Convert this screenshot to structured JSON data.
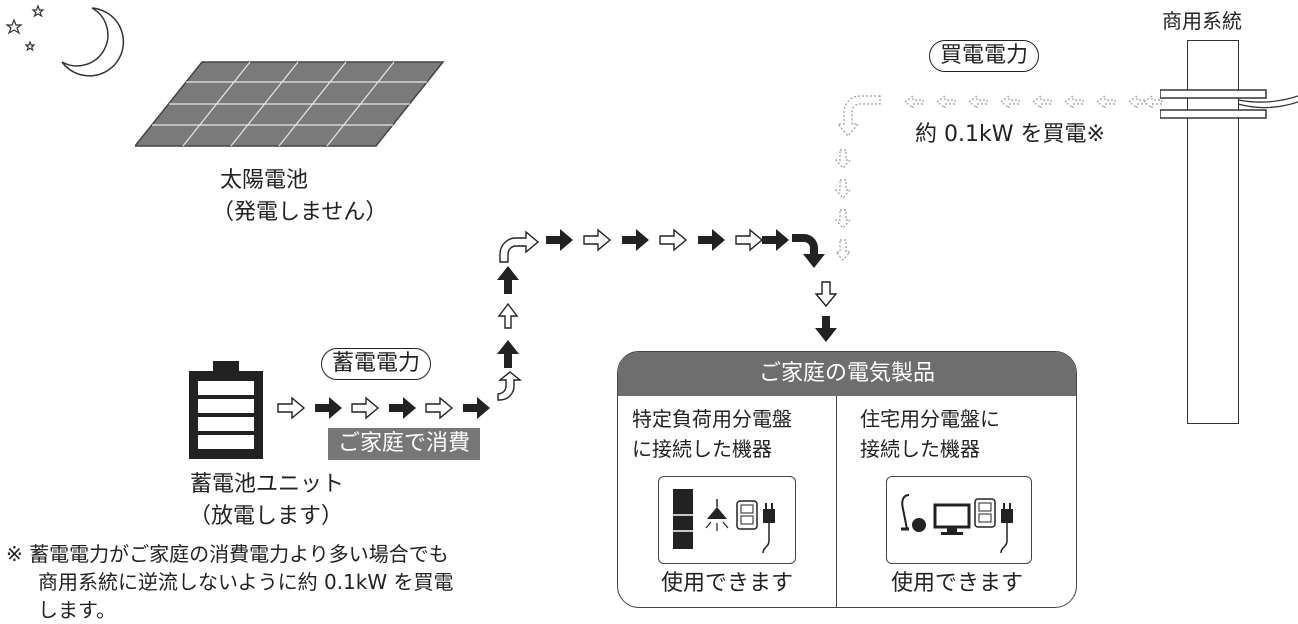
{
  "grid_label": "商用系統",
  "buy_power_label": "買電電力",
  "buy_note": "約 0.1kW を買電※",
  "solar_label": "太陽電池",
  "solar_sub": "（発電しません）",
  "storage_label": "蓄電電力",
  "consume_label": "ご家庭で消費",
  "battery_label": "蓄電池ユニット",
  "battery_sub": "（放電します）",
  "panel": {
    "title": "ご家庭の電気製品",
    "left_title_1": "特定負荷用分電盤",
    "left_title_2": "に接続した機器",
    "right_title_1": "住宅用分電盤に",
    "right_title_2": "接続した機器",
    "left_foot": "使用できます",
    "right_foot": "使用できます"
  },
  "note_line1": "※ 蓄電電力がご家庭の消費電力より多い場合でも",
  "note_line2": "商用系統に逆流しないように約 0.1kW を買電",
  "note_line3": "します。",
  "icons": [
    "moon-icon",
    "star-icon",
    "solar-panel-icon",
    "battery-icon",
    "utility-pole-icon",
    "fridge-icon",
    "lamp-icon",
    "outlet-icon",
    "plug-icon",
    "vacuum-icon",
    "tv-icon"
  ]
}
